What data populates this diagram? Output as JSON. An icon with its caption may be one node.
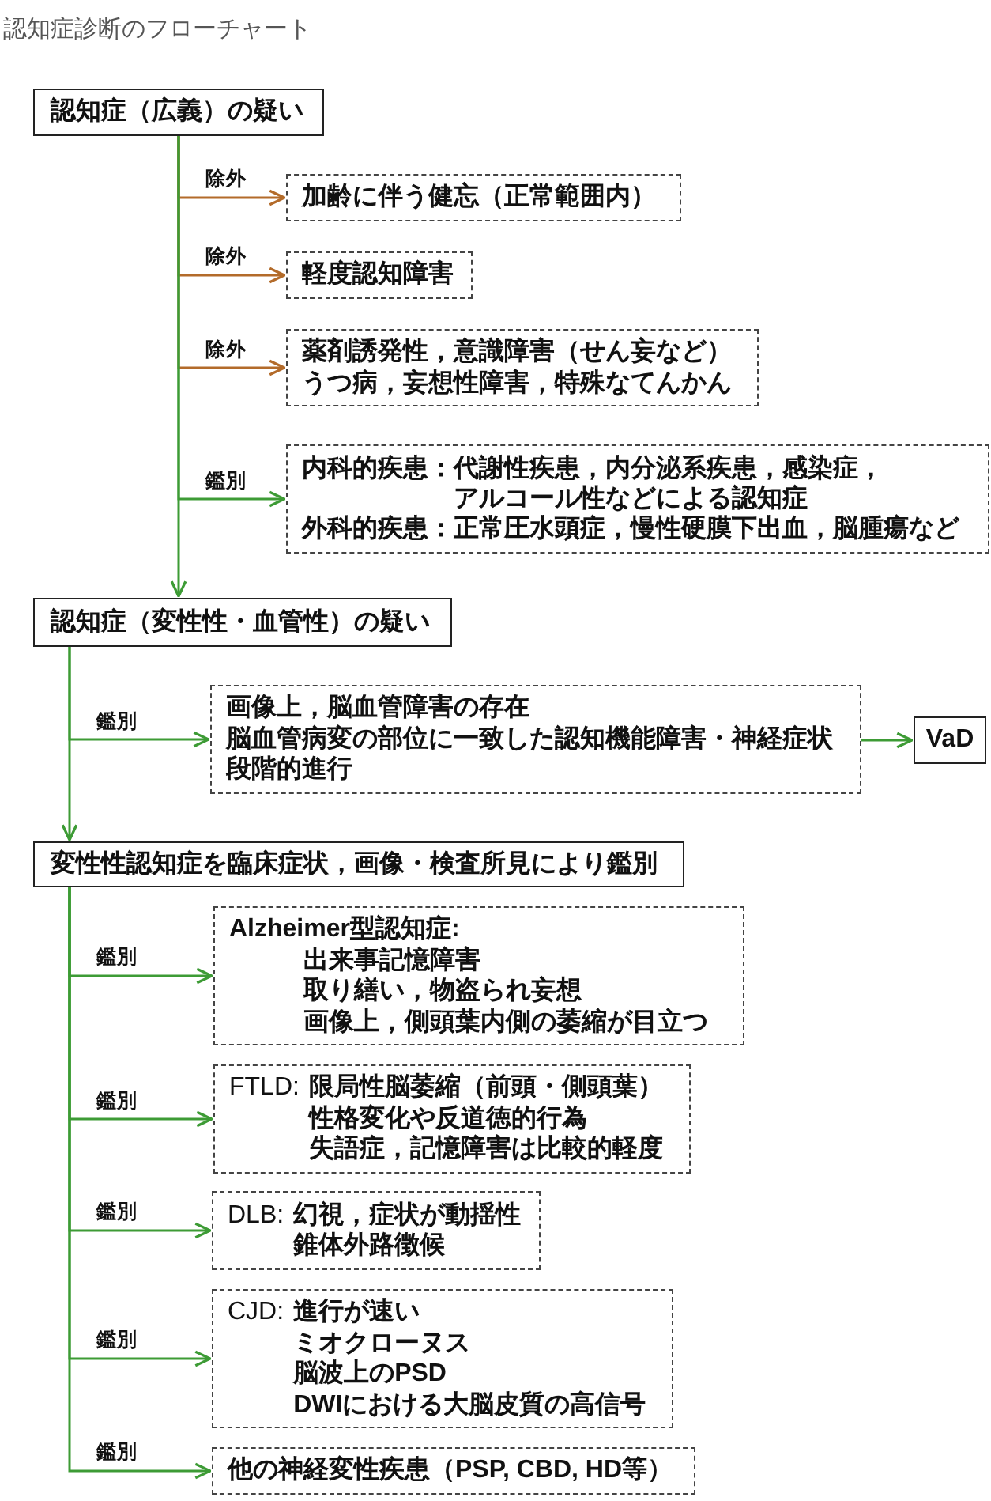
{
  "diagram": {
    "title": "認知症診断のフローチャート",
    "nodes": [
      {
        "text": [
          "認知症（広義）の疑い"
        ]
      },
      {
        "text": [
          "加齢に伴う健忘（正常範囲内）"
        ]
      },
      {
        "text": [
          "軽度認知障害"
        ]
      },
      {
        "text": [
          "薬剤誘発性，意識障害（せん妄など）",
          "うつ病，妄想性障害，特殊なてんかん"
        ]
      },
      {
        "text": [
          "内科的疾患：代謝性疾患，内分泌系疾患，感染症，アルコール性などによる認知症",
          "外科的疾患：正常圧水頭症，慢性硬膜下出血，脳腫瘍など"
        ]
      },
      {
        "text": [
          "認知症（変性性・血管性）の疑い"
        ]
      },
      {
        "text": [
          "画像上，脳血管障害の存在",
          "脳血管病変の部位に一致した認知機能障害・神経症状",
          "段階的進行"
        ]
      },
      {
        "text": [
          "VaD"
        ]
      },
      {
        "text": [
          "変性性認知症を臨床症状，画像・検査所見により鑑別"
        ]
      },
      {
        "text": [
          "Alzheimer型認知症:",
          "出来事記憶障害",
          "取り繕い，物盗られ妄想",
          "画像上，側頭葉内側の萎縮が目立つ"
        ]
      },
      {
        "text": [
          "FTLD:",
          "限局性脳萎縮（前頭・側頭葉）",
          "性格変化や反道徳的行為",
          "失語症，記憶障害は比較的軽度"
        ]
      },
      {
        "text": [
          "DLB:",
          "幻視，症状が動揺性",
          "錐体外路徴候"
        ]
      },
      {
        "text": [
          "CJD:",
          "進行が速い",
          "ミオクローヌス",
          "脳波上のPSD",
          "DWIにおける大脳皮質の高信号"
        ]
      },
      {
        "text": [
          "他の神経変性疾患（PSP, CBD, HD等）"
        ]
      }
    ],
    "edges": [
      {
        "from": 0,
        "to": 1,
        "arrow": "to",
        "label": "除外",
        "color": "#b36b2a"
      },
      {
        "from": 0,
        "to": 2,
        "arrow": "to",
        "label": "除外",
        "color": "#b36b2a"
      },
      {
        "from": 0,
        "to": 3,
        "arrow": "to",
        "label": "除外",
        "color": "#b36b2a"
      },
      {
        "from": 0,
        "to": 4,
        "arrow": "to",
        "label": "鑑別"
      },
      {
        "from": 0,
        "to": 5,
        "arrow": "to"
      },
      {
        "from": 5,
        "to": 6,
        "arrow": "to",
        "label": "鑑別"
      },
      {
        "from": 6,
        "to": 7,
        "arrow": "to"
      },
      {
        "from": 5,
        "to": 8,
        "arrow": "to"
      },
      {
        "from": 8,
        "to": 9,
        "arrow": "to",
        "label": "鑑別"
      },
      {
        "from": 8,
        "to": 10,
        "arrow": "to",
        "label": "鑑別"
      },
      {
        "from": 8,
        "to": 11,
        "arrow": "to",
        "label": "鑑別"
      },
      {
        "from": 8,
        "to": 12,
        "arrow": "to",
        "label": "鑑別"
      },
      {
        "from": 8,
        "to": 13,
        "arrow": "to",
        "label": "鑑別"
      }
    ]
  }
}
